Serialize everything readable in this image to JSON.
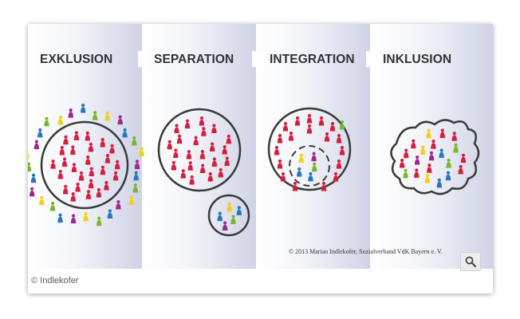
{
  "panels": [
    {
      "title": "EXKLUSION"
    },
    {
      "title": "SEPARATION"
    },
    {
      "title": "INTEGRATION"
    },
    {
      "title": "INKLUSION"
    }
  ],
  "copyright_text": "© 2013  Marian Indlekofer, Sozialverband VdK Bayern e. V.",
  "caption": "© Indlekofer",
  "colors": {
    "red": "#d51f3c",
    "blue": "#2577c1",
    "green": "#7ab52f",
    "yellow": "#f2d01c",
    "purple": "#9c2a8e",
    "outline": "#3a3a3a"
  },
  "icons": {
    "zoom": "magnifier-icon"
  }
}
